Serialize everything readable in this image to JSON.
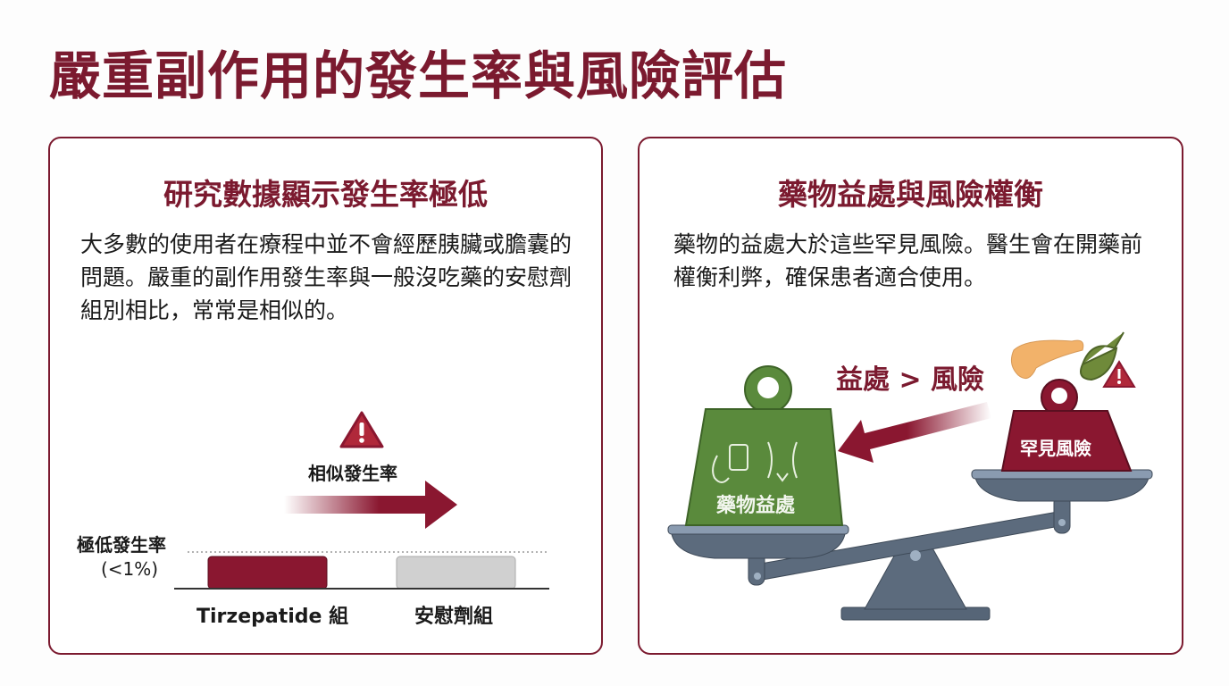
{
  "title": "嚴重副作用的發生率與風險評估",
  "left_card": {
    "heading": "研究數據顯示發生率極低",
    "body": "大多數的使用者在療程中並不會經歷胰臟或膽囊的問題。嚴重的副作用發生率與一般沒吃藥的安慰劑組別相比，常常是相似的。",
    "chart": {
      "arrow_label": "相似發生率",
      "threshold_label": "極低發生率",
      "threshold_value": "(<1%)",
      "groups": [
        "Tirzepatide 組",
        "安慰劑組"
      ],
      "colors": {
        "drug": "#8a1730",
        "placebo": "#d0d0d0"
      }
    }
  },
  "right_card": {
    "heading": "藥物益處與風險權衡",
    "body": "藥物的益處大於這些罕見風險。醫生會在開藥前權衡利弊，確保患者適合使用。",
    "comparison": "益處 > 風險",
    "benefit_weight": "藥物益處",
    "risk_weight": "罕見風險",
    "colors": {
      "benefit": "#5a8a3c",
      "risk": "#8a1730",
      "scale": "#5c6b7d"
    }
  }
}
